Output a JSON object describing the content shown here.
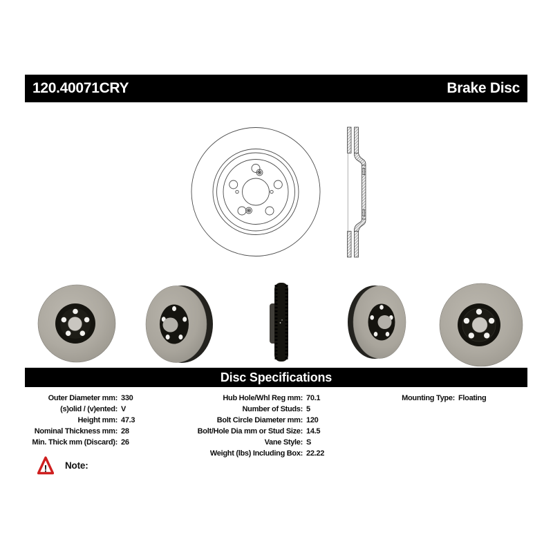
{
  "header": {
    "part_number": "120.40071CRY",
    "product_type": "Brake Disc"
  },
  "spec_section": {
    "title": "Disc Specifications"
  },
  "specs": {
    "columns": [
      {
        "rows": [
          {
            "label": "Outer Diameter mm:",
            "value": "330"
          },
          {
            "label": "(s)olid / (v)ented:",
            "value": "V"
          },
          {
            "label": "Height mm:",
            "value": "47.3"
          },
          {
            "label": "Nominal Thickness mm:",
            "value": "28"
          },
          {
            "label": "Min. Thick mm (Discard):",
            "value": "26"
          }
        ]
      },
      {
        "rows": [
          {
            "label": "Hub Hole/Whl Reg mm:",
            "value": "70.1"
          },
          {
            "label": "Number of Studs:",
            "value": "5"
          },
          {
            "label": "Bolt Circle Diameter mm:",
            "value": "120"
          },
          {
            "label": "Bolt/Hole Dia mm or Stud Size:",
            "value": "14.5"
          },
          {
            "label": "Vane Style:",
            "value": "S"
          },
          {
            "label": "Weight (lbs) Including Box:",
            "value": "22.22"
          }
        ]
      },
      {
        "rows": [
          {
            "label": "Mounting Type:",
            "value": "Floating"
          }
        ]
      }
    ]
  },
  "note": {
    "label": "Note:",
    "warning_glyph": "!"
  },
  "colors": {
    "bar_background": "#000000",
    "bar_text": "#ffffff",
    "warning_red": "#cf1f1f",
    "rotor_face_gray": "#aba79e",
    "hub_black": "#16150f"
  }
}
